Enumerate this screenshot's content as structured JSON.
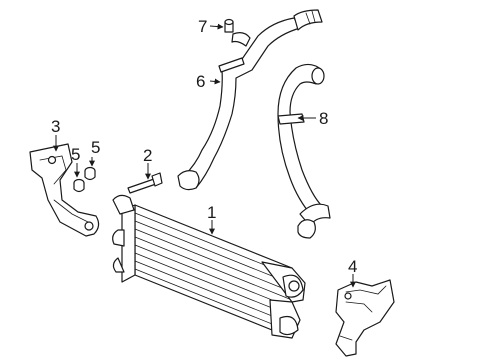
{
  "callouts": {
    "c1": "1",
    "c2": "2",
    "c3": "3",
    "c4": "4",
    "c5a": "5",
    "c5b": "5",
    "c6": "6",
    "c7": "7",
    "c8": "8"
  },
  "colors": {
    "line": "#1a1a1a",
    "background": "#ffffff"
  }
}
